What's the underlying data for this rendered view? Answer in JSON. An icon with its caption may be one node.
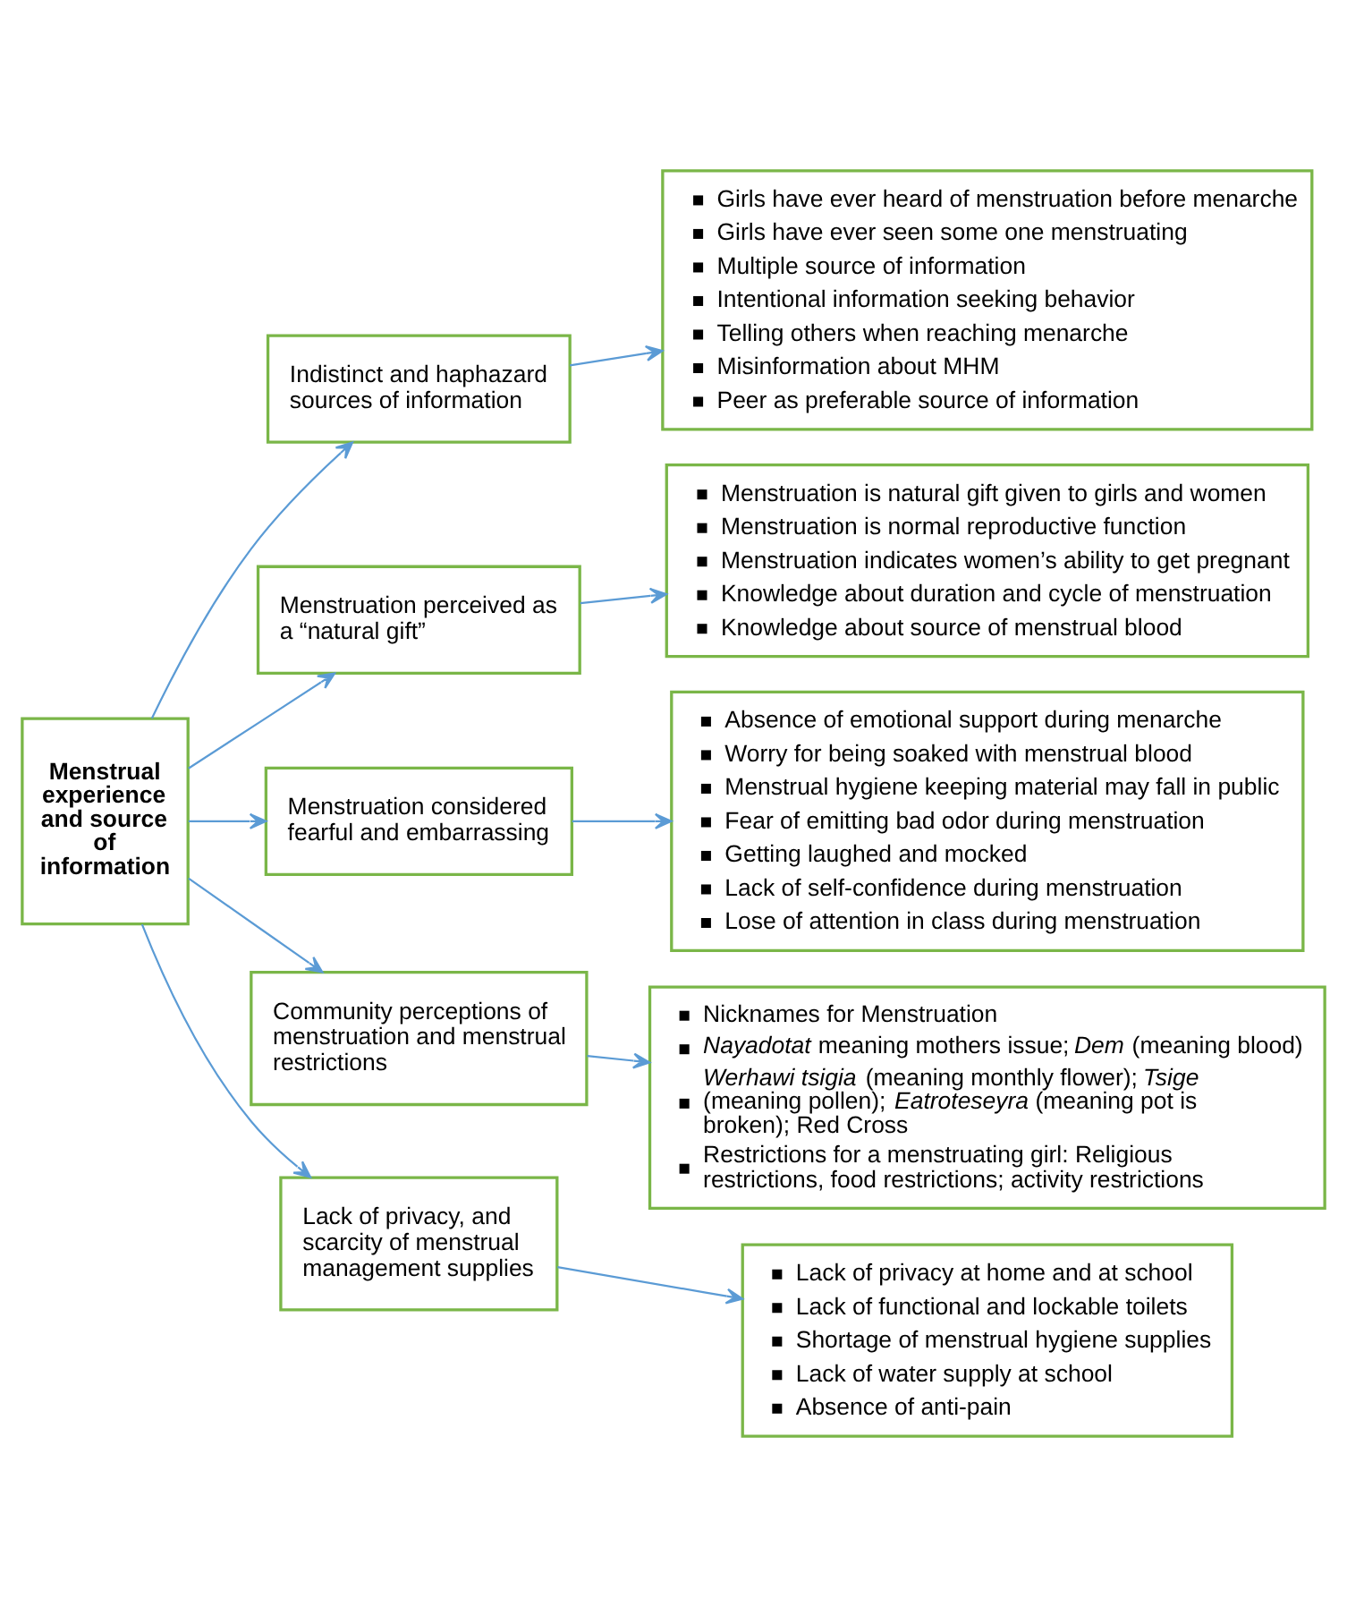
{
  "diagram": {
    "nodes": [
      {
        "text": [
          "Menstrual experience and source of information"
        ]
      },
      {
        "text": [
          "Indistinct and haphazard sources of information"
        ]
      },
      {
        "text": [
          "Girls have ever heard of menstruation before menarche",
          "Girls have ever seen some one menstruating",
          "Multiple source of information",
          "Intentional information seeking behavior",
          "Telling others when reaching menarche",
          "Misinformation about MHM",
          "Peer as preferable source of information"
        ]
      },
      {
        "text": [
          "Menstruation perceived as a “natural gift”"
        ]
      },
      {
        "text": [
          "Menstruation is natural gift given to girls and women",
          "Menstruation is normal reproductive function",
          "Menstruation indicates women’s ability to get pregnant",
          "Knowledge about duration and cycle of menstruation",
          "Knowledge about source of menstrual blood"
        ]
      },
      {
        "text": [
          "Menstruation considered fearful and embarrassing"
        ]
      },
      {
        "text": [
          "Absence of emotional support during menarche",
          "Worry for being soaked with menstrual blood",
          "Menstrual hygiene keeping material may fall in public",
          "Fear of emitting bad odor during menstruation",
          "Getting laughed and mocked",
          "Lack of self-confidence during menstruation",
          "Lose of attention in class during menstruation"
        ]
      },
      {
        "text": [
          "Community perceptions of menstruation and menstrual restrictions"
        ]
      },
      {
        "text": [
          "Nicknames for Menstruation",
          "*Nayadotat* meaning mothers issue; *Dem* (meaning blood)",
          "*Werhawi tsigia* (meaning monthly flower); *Tsige* (meaning pollen); *Eatroteseyra* (meaning pot is broken); Red Cross",
          "Restrictions for a menstruating girl: Religious restrictions, food restrictions; activity restrictions"
        ]
      },
      {
        "text": [
          "Lack of privacy, and scarcity of menstrual management supplies"
        ]
      },
      {
        "text": [
          "Lack of privacy at home and at school",
          "Lack of functional and lockable toilets",
          "Shortage of menstrual hygiene supplies",
          "Lack of water supply at school",
          "Absence of anti-pain"
        ]
      }
    ],
    "edges": [
      {
        "from": 0,
        "to": 1,
        "arrow": "to"
      },
      {
        "from": 1,
        "to": 2,
        "arrow": "to"
      },
      {
        "from": 0,
        "to": 3,
        "arrow": "to"
      },
      {
        "from": 3,
        "to": 4,
        "arrow": "to"
      },
      {
        "from": 0,
        "to": 5,
        "arrow": "to"
      },
      {
        "from": 5,
        "to": 6,
        "arrow": "to"
      },
      {
        "from": 0,
        "to": 7,
        "arrow": "to"
      },
      {
        "from": 7,
        "to": 8,
        "arrow": "to"
      },
      {
        "from": 0,
        "to": 9,
        "arrow": "to"
      },
      {
        "from": 9,
        "to": 10,
        "arrow": "to"
      }
    ]
  }
}
